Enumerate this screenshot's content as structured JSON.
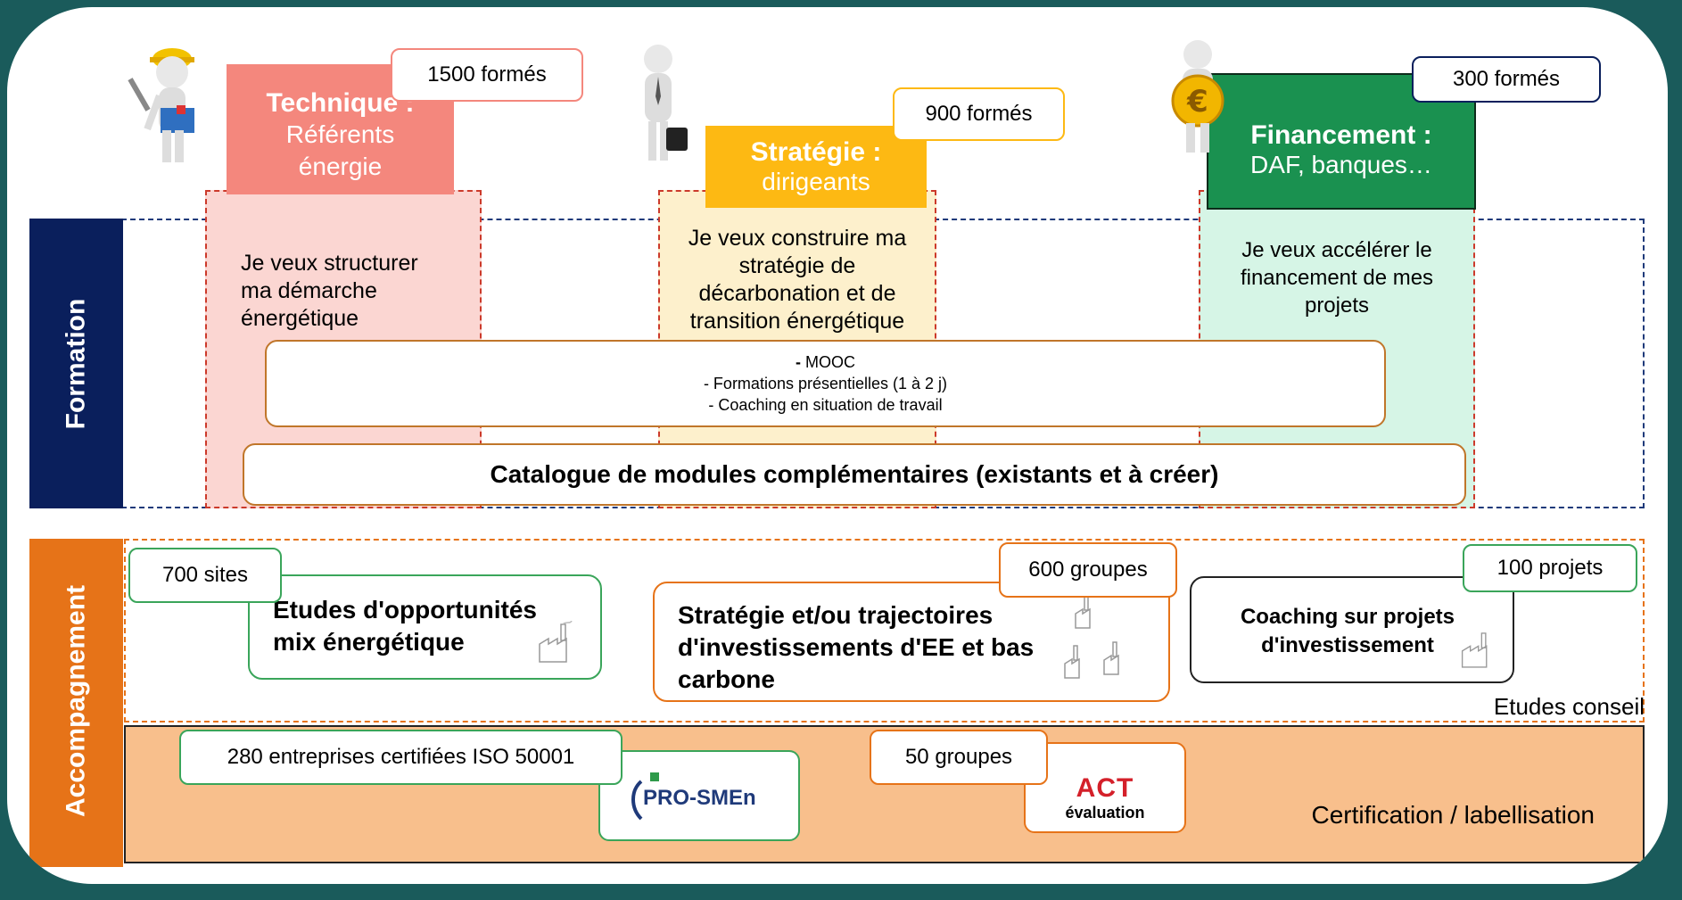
{
  "colors": {
    "background": "#1a5b5b",
    "formation_navy": "#0a1f5c",
    "accompagnement_orange": "#e67318",
    "technique_red": "#f4877d",
    "strategie_yellow": "#fdb913",
    "financement_green": "#1a9150",
    "certification_fill": "#f8bf8c"
  },
  "sections": {
    "formation": "Formation",
    "accompagnement": "Accompagnement"
  },
  "profiles": [
    {
      "title": "Technique :",
      "subtitle": "Référents énergie",
      "badge": "1500 formés",
      "need": "Je veux structurer ma démarche énergétique"
    },
    {
      "title": "Stratégie :",
      "subtitle": "dirigeants",
      "badge": "900 formés",
      "need": "Je veux construire ma stratégie de décarbonation et de transition énergétique"
    },
    {
      "title": "Financement :",
      "subtitle": "DAF, banques…",
      "badge": "300 formés",
      "need": "Je veux accélérer le financement de mes projets"
    }
  ],
  "formation_box": {
    "line1_bullet": "-",
    "line1": "MOOC",
    "line2": "- Formations présentielles (1 à 2 j)",
    "line3": "- Coaching en situation de travail"
  },
  "catalogue": "Catalogue de modules complémentaires (existants et à créer)",
  "accompagnement": {
    "studies": [
      {
        "badge": "700 sites",
        "label": "Etudes d'opportunités mix énergétique",
        "icon": "factory-icon"
      },
      {
        "badge": "600 groupes",
        "label": "Stratégie et/ou trajectoires d'investissements d'EE et bas carbone",
        "icon": "factories-icon"
      },
      {
        "badge": "100 projets",
        "label": "Coaching sur projets d'investissement",
        "icon": "factory-icon"
      }
    ],
    "studies_caption": "Etudes conseil",
    "certification": {
      "badge1": "280 entreprises certifiées ISO 50001",
      "logo1": "PRO-SMEn",
      "badge2": "50 groupes",
      "logo2_title": "ACT",
      "logo2_sub": "évaluation",
      "caption": "Certification / labellisation"
    }
  }
}
